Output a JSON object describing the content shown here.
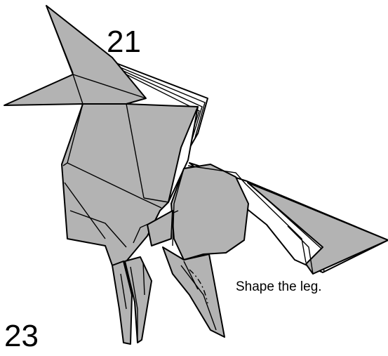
{
  "diagram": {
    "step_top": "21",
    "step_bottom": "23",
    "instruction": "Shape the leg."
  },
  "colors": {
    "paper_gray": "#b3b3b3",
    "paper_white": "#ffffff",
    "line": "#000000"
  },
  "icons": {
    "figure": "origami-creature-figure"
  }
}
